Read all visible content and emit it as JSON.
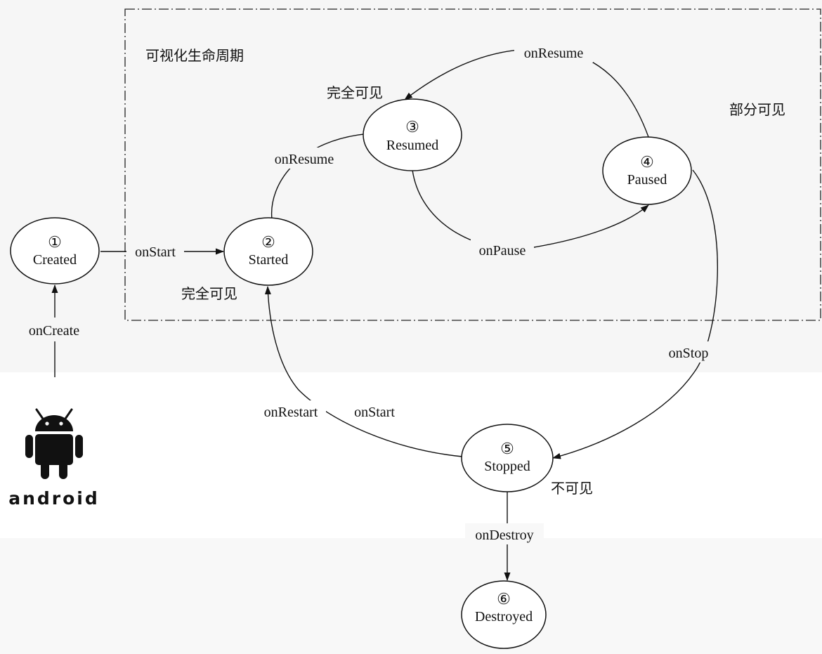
{
  "diagram": {
    "region_title": "可视化生命周期",
    "states": [
      {
        "id": "created",
        "num": "①",
        "name": "Created"
      },
      {
        "id": "started",
        "num": "②",
        "name": "Started"
      },
      {
        "id": "resumed",
        "num": "③",
        "name": "Resumed"
      },
      {
        "id": "paused",
        "num": "④",
        "name": "Paused"
      },
      {
        "id": "stopped",
        "num": "⑤",
        "name": "Stopped"
      },
      {
        "id": "destroyed",
        "num": "⑥",
        "name": "Destroyed"
      }
    ],
    "transitions": [
      {
        "from": "android",
        "to": "created",
        "label": "onCreate"
      },
      {
        "from": "created",
        "to": "started",
        "label": "onStart"
      },
      {
        "from": "started",
        "to": "resumed",
        "label": "onResume"
      },
      {
        "from": "resumed",
        "to": "paused",
        "label": "onPause"
      },
      {
        "from": "paused",
        "to": "resumed",
        "label": "onResume"
      },
      {
        "from": "paused",
        "to": "stopped",
        "label": "onStop"
      },
      {
        "from": "stopped",
        "to": "started",
        "label_restart": "onRestart",
        "label_start": "onStart"
      },
      {
        "from": "stopped",
        "to": "destroyed",
        "label": "onDestroy"
      }
    ],
    "visibility": {
      "started": "完全可见",
      "resumed": "完全可见",
      "paused": "部分可见",
      "stopped": "不可见"
    },
    "logo": {
      "text": "android",
      "icon": "android-robot-icon"
    }
  }
}
